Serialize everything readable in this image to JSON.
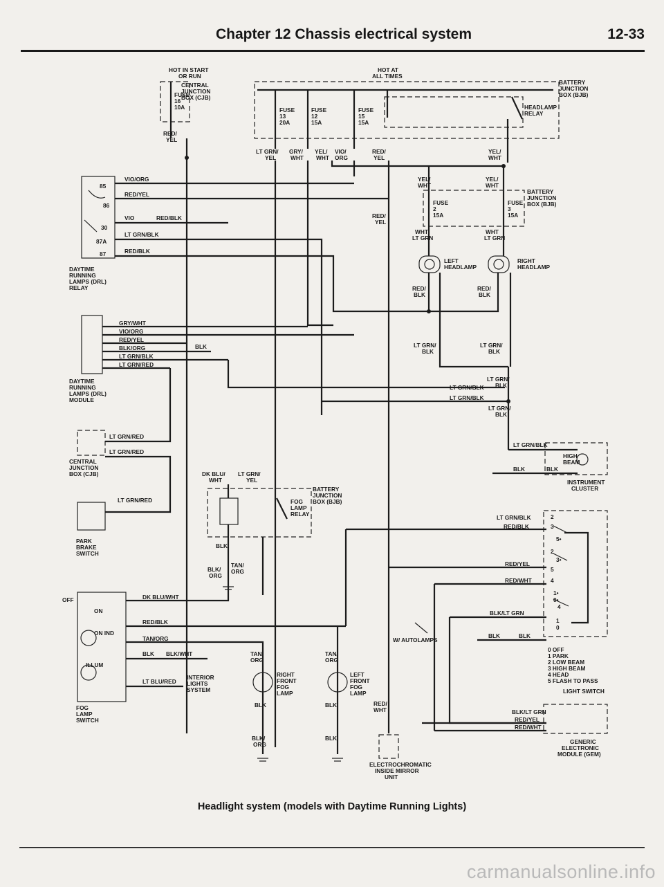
{
  "header": {
    "title": "Chapter 12  Chassis electrical system",
    "page": "12-33"
  },
  "caption": "Headlight system (models with Daytime Running Lights)",
  "watermark": "carmanualsonline.info",
  "labels": {
    "hot_start_1": "HOT IN START",
    "hot_start_2": "OR RUN",
    "hot_all_1": "HOT AT",
    "hot_all_2": "ALL TIMES",
    "fuse": "FUSE",
    "fuse16": "16",
    "fuse16a": "10A",
    "cjb_1": "CENTRAL",
    "cjb_2": "JUNCTION",
    "cjb_3": "BOX (CJB)",
    "bjb_1": "BATTERY",
    "bjb_2": "JUNCTION",
    "bjb_3": "BOX (BJB)",
    "fuse13": "13",
    "fuse13a": "20A",
    "fuse12": "12",
    "fuse12a": "15A",
    "fuse15": "15",
    "fuse15a": "15A",
    "headlamp_relay_1": "HEADLAMP",
    "headlamp_relay_2": "RELAY",
    "red": "RED/",
    "yel": "YEL",
    "lt_grn": "LT GRN/",
    "gry": "GRY/",
    "wht": "WHT",
    "yel_s": "YEL/",
    "vio": "VIO/",
    "org": "ORG",
    "vio_org": "VIO/ORG",
    "red_yel": "RED/YEL",
    "vio_s": "VIO",
    "red_blk": "RED/BLK",
    "lt_grn_blk": "LT GRN/BLK",
    "p85": "85",
    "p86": "86",
    "p30": "30",
    "p87a": "87A",
    "p87": "87",
    "drl_1": "DAYTIME",
    "drl_2": "RUNNING",
    "drl_3": "LAMPS (DRL)",
    "drl_relay": "RELAY",
    "drl_module": "MODULE",
    "fuse2": "2",
    "fuse3": "3",
    "lt_grn_s": "LT GRN",
    "left_headlamp_1": "LEFT",
    "right_headlamp_1": "RIGHT",
    "headlamp": "HEADLAMP",
    "blk": "BLK",
    "gry_wht": "GRY/WHT",
    "blk_org": "BLK/ORG",
    "lt_grn_red": "LT GRN/RED",
    "lt_grn_blk2": "LT GRN/BLK",
    "cjb_a": "CENTRAL",
    "cjb_b": "JUNCTION",
    "cjb_c": "BOX (CJB)",
    "high_1": "HIGH",
    "beam": "BEAM",
    "instrument_cluster_1": "INSTRUMENT",
    "instrument_cluster_2": "CLUSTER",
    "dk_blu": "DK BLU/",
    "fog_relay_1": "FOG",
    "fog_relay_2": "LAMP",
    "fog_relay_3": "RELAY",
    "park_1": "PARK",
    "park_2": "BRAKE",
    "park_3": "SWITCH",
    "tan": "TAN/",
    "blk_s": "BLK/",
    "red_wht": "RED/WHT",
    "dk_blu_wht": "DK BLU/WHT",
    "blk_lt_grn": "BLK/LT GRN",
    "tan_org": "TAN/ORG",
    "blk_wht": "BLK/WHT",
    "lt_blu_red": "LT BLU/RED",
    "interior_1": "INTERIOR",
    "interior_2": "LIGHTS",
    "interior_3": "SYSTEM",
    "off": "OFF",
    "on": "ON",
    "on_ind": "ON IND",
    "illum": "ILLUM",
    "fog_sw_1": "FOG",
    "fog_sw_2": "LAMP",
    "fog_sw_3": "SWITCH",
    "right_fog_1": "RIGHT",
    "left_fog_1": "LEFT",
    "front": "FRONT",
    "fog": "FOG",
    "lamp": "LAMP",
    "w_auto": "W/ AUTOLAMPS",
    "ecm_1": "ELECTROCHROMATIC",
    "ecm_2": "INSIDE MIRROR",
    "ecm_3": "UNIT",
    "ls_0": "0 OFF",
    "ls_1": "1 PARK",
    "ls_2": "2 LOW BEAM",
    "ls_3": "3 HIGH BEAM",
    "ls_4": "4 HEAD",
    "ls_5": "5 FLASH TO PASS",
    "light_switch": "LIGHT SWITCH",
    "gem_1": "GENERIC",
    "gem_2": "ELECTRONIC",
    "gem_3": "MODULE (GEM)",
    "n0": "0",
    "n1": "1",
    "n2": "2",
    "n3": "3",
    "n4": "4",
    "n5": "5",
    "n1s": "1•",
    "n3s": "3•",
    "n5s": "5•",
    "n0s": "0•"
  }
}
